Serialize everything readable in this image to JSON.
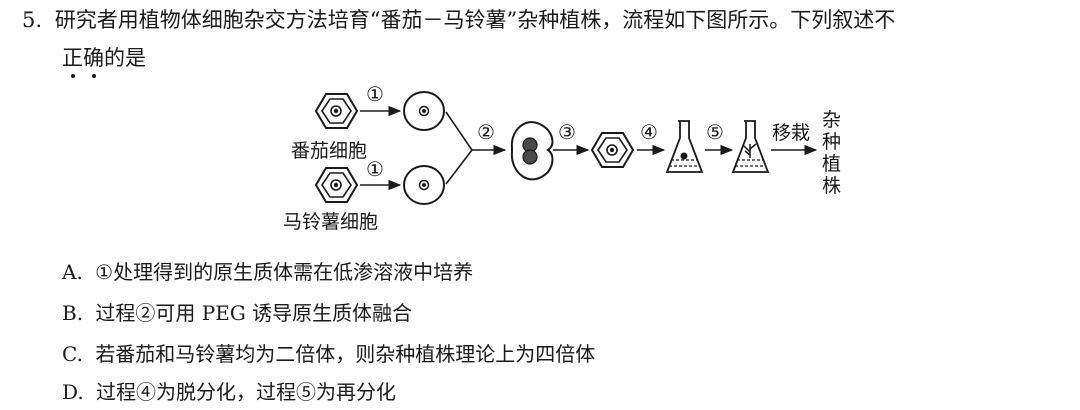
{
  "question": {
    "number": "5.",
    "line1": "研究者用植物体细胞杂交方法培育“番茄－马铃薯”杂种植株，流程如下图所示。下列叙述不",
    "line2_dotted": "正确",
    "line2_rest": "的是"
  },
  "diagram": {
    "label_tomato": "番茄细胞",
    "label_potato": "马铃薯细胞",
    "step1_top": "①",
    "step1_bottom": "①",
    "step2": "②",
    "step3": "③",
    "step4": "④",
    "step5": "⑤",
    "transplant": "移栽",
    "hybrid_chars": [
      "杂",
      "种",
      "植",
      "株"
    ]
  },
  "options": [
    {
      "letter": "A.",
      "text": "①处理得到的原生质体需在低渗溶液中培养"
    },
    {
      "letter": "B.",
      "text": "过程②可用 PEG 诱导原生质体融合"
    },
    {
      "letter": "C.",
      "text": "若番茄和马铃薯均为二倍体，则杂种植株理论上为四倍体"
    },
    {
      "letter": "D.",
      "text": "过程④为脱分化，过程⑤为再分化"
    }
  ]
}
